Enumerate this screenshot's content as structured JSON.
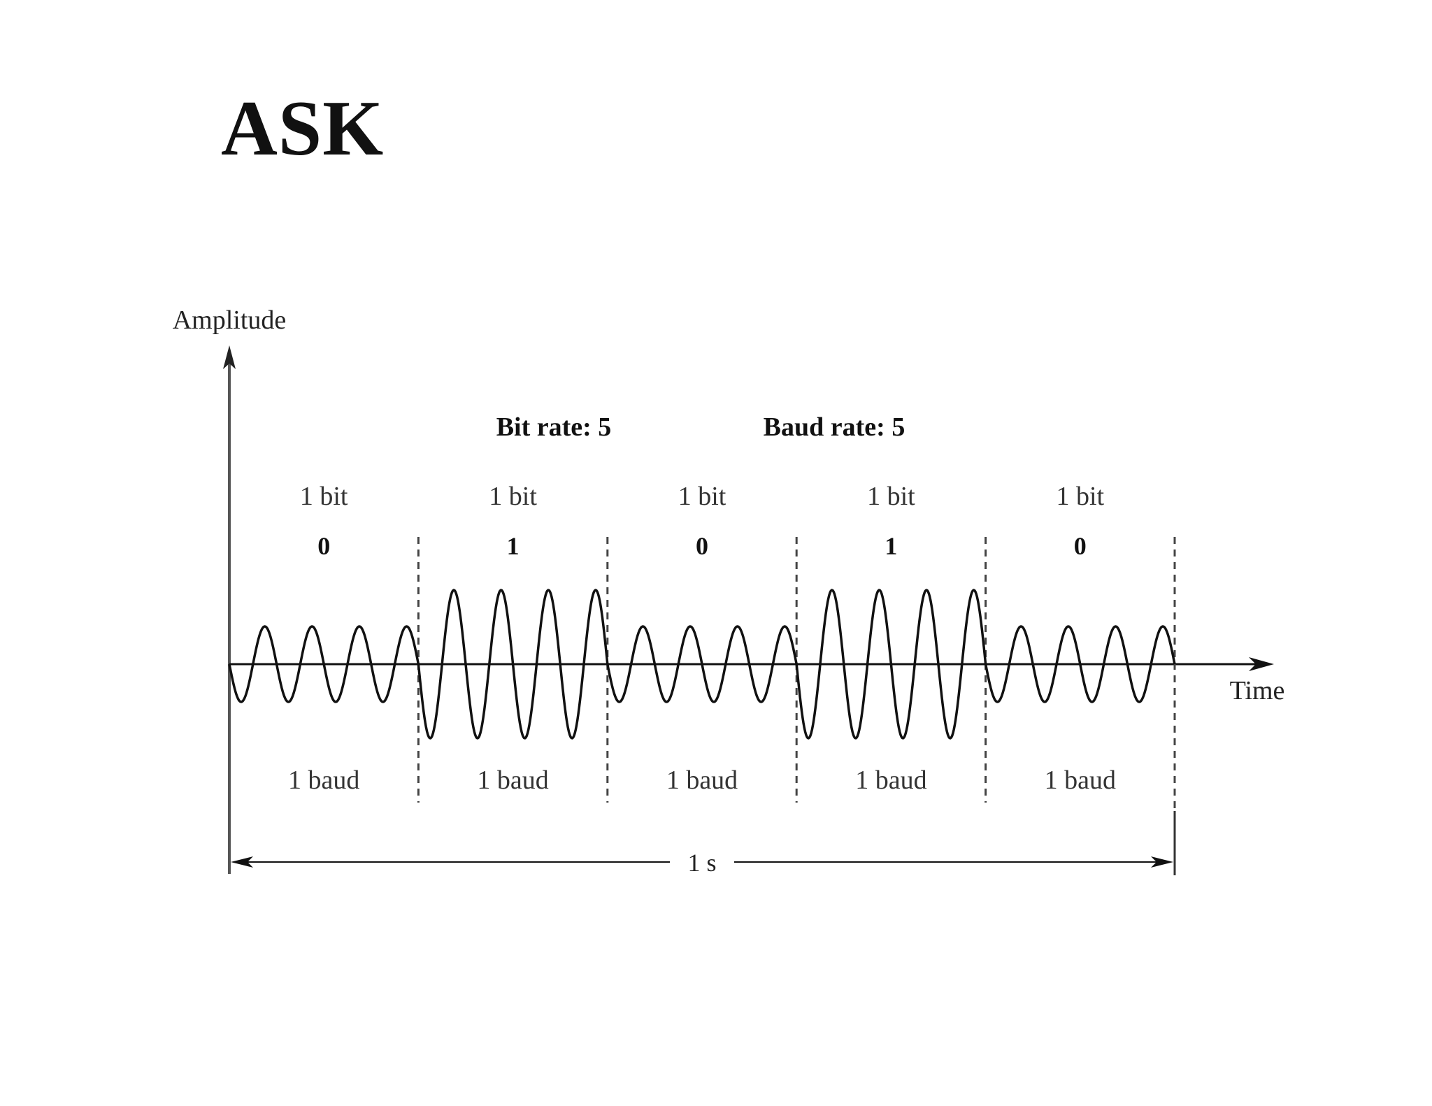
{
  "title": "ASK",
  "axis": {
    "y_label": "Amplitude",
    "x_label": "Time"
  },
  "rates": {
    "bit_rate_label": "Bit rate: 5",
    "baud_rate_label": "Baud rate: 5"
  },
  "bits": [
    {
      "unit_label": "1 bit",
      "value": "0",
      "baud_label": "1 baud",
      "amplitude": "low"
    },
    {
      "unit_label": "1 bit",
      "value": "1",
      "baud_label": "1 baud",
      "amplitude": "high"
    },
    {
      "unit_label": "1 bit",
      "value": "0",
      "baud_label": "1 baud",
      "amplitude": "low"
    },
    {
      "unit_label": "1 bit",
      "value": "1",
      "baud_label": "1 baud",
      "amplitude": "high"
    },
    {
      "unit_label": "1 bit",
      "value": "0",
      "baud_label": "1 baud",
      "amplitude": "low"
    }
  ],
  "cycles_per_bit": 4,
  "duration_label": "1 s",
  "colors": {
    "line": "#111111",
    "divider": "#444444"
  }
}
